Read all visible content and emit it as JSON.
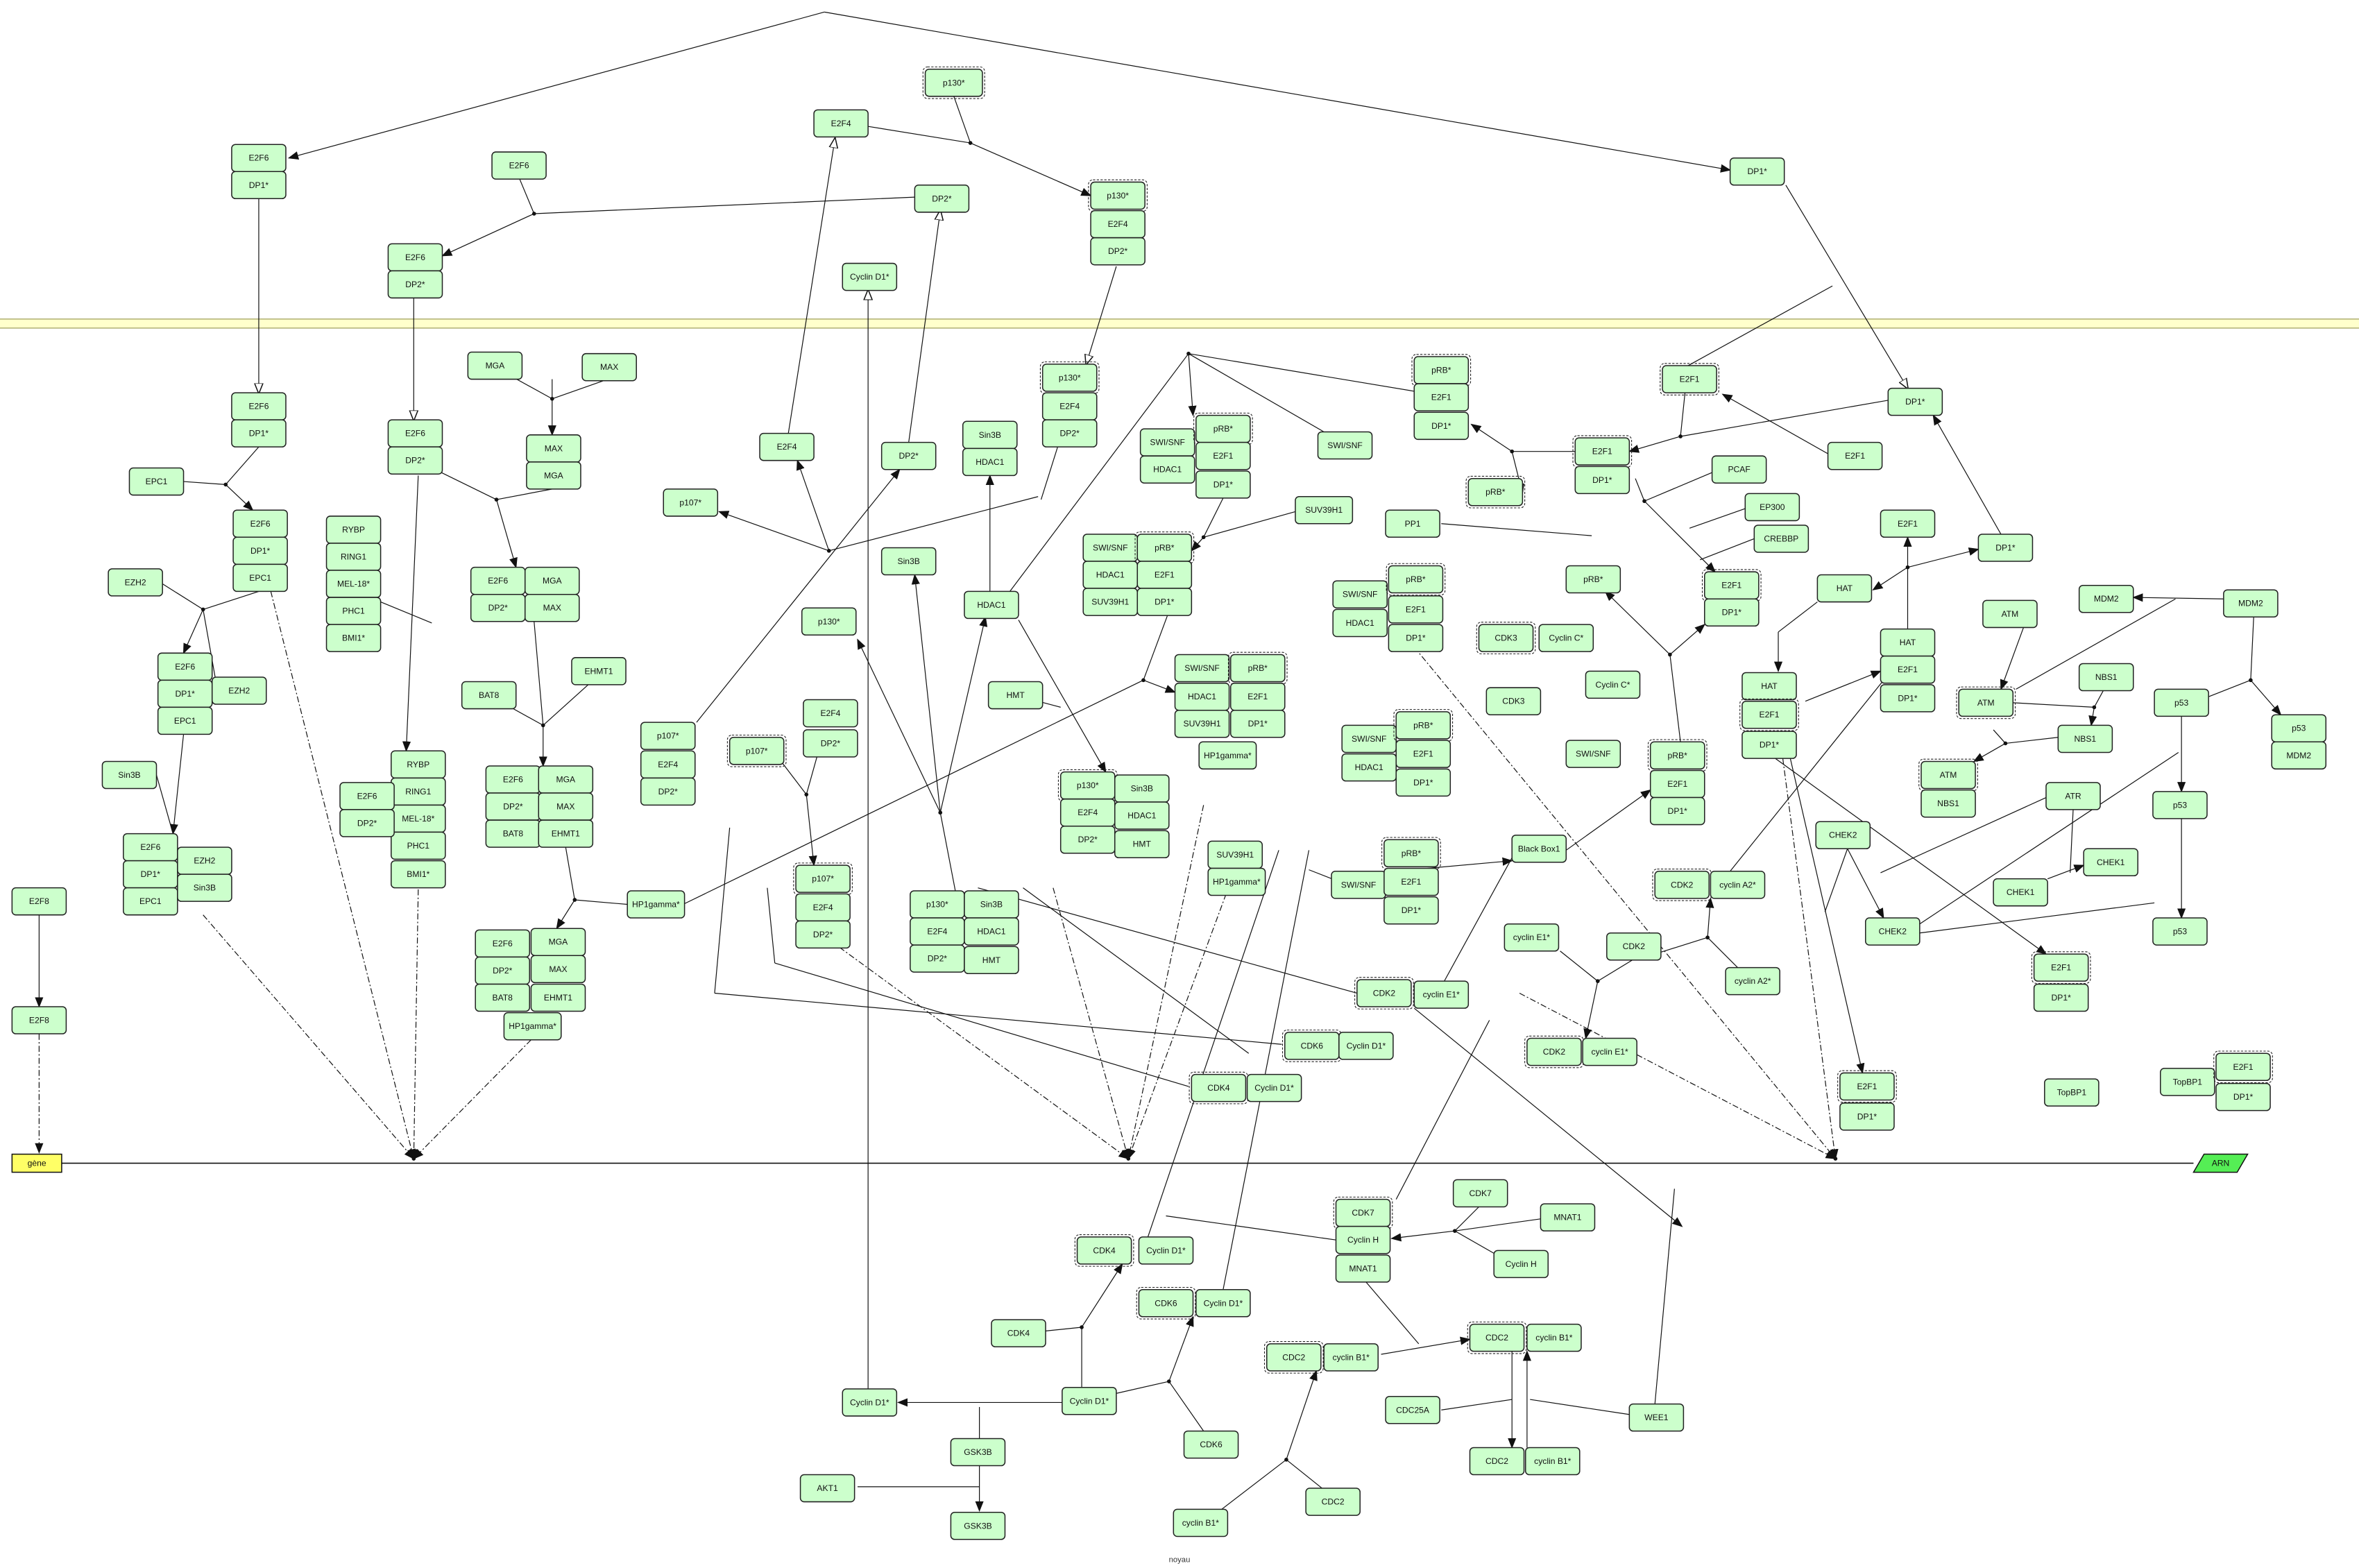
{
  "colors": {
    "species_fill": "#ccffcc",
    "gene_fill": "#ffff66",
    "rna_fill": "#55ee55",
    "membrane_fill": "#ffffcc"
  },
  "gene": "gène",
  "rna": "ARN",
  "compartment_label": "noyau",
  "nodes": [
    "E2F6",
    "DP1*",
    "E2F6",
    "E2F6",
    "DP2*",
    "E2F4",
    "p130*",
    "DP2*",
    "p130*",
    "E2F4",
    "DP2*",
    "Cyclin D1*",
    "DP1*",
    "E2F6",
    "DP1*",
    "EPC1",
    "E2F6",
    "DP1*",
    "EPC1",
    "EZH2",
    "E2F6",
    "DP1*",
    "EPC1",
    "EZH2",
    "Sin3B",
    "E2F6",
    "DP1*",
    "EPC1",
    "EZH2",
    "Sin3B",
    "E2F8",
    "E2F8",
    "E2F6",
    "DP2*",
    "RYBP",
    "RING1",
    "MEL-18*",
    "PHC1",
    "BMI1*",
    "MGA",
    "MAX",
    "MAX",
    "MGA",
    "E2F6",
    "DP2*",
    "MGA",
    "MAX",
    "EHMT1",
    "BAT8",
    "E2F6",
    "DP2*",
    "BAT8",
    "MGA",
    "MAX",
    "EHMT1",
    "RYBP",
    "RING1",
    "MEL-18*",
    "PHC1",
    "BMI1*",
    "E2F6",
    "DP2*",
    "E2F6",
    "DP2*",
    "BAT8",
    "MGA",
    "MAX",
    "EHMT1",
    "HP1gamma*",
    "HP1gamma*",
    "E2F4",
    "DP2*",
    "p107*",
    "Sin3B",
    "HDAC1",
    "Sin3B",
    "HDAC1",
    "p130*",
    "p107*",
    "E2F4",
    "DP2*",
    "p107*",
    "E2F4",
    "DP2*",
    "p107*",
    "E2F4",
    "DP2*",
    "HMT",
    "p130*",
    "E2F4",
    "DP2*",
    "Sin3B",
    "HDAC1",
    "HMT",
    "p130*",
    "E2F4",
    "DP2*",
    "Sin3B",
    "HDAC1",
    "HMT",
    "p130*",
    "E2F4",
    "DP2*",
    "SWI/SNF",
    "HDAC1",
    "pRB*",
    "E2F1",
    "DP1*",
    "SWI/SNF",
    "SUV39H1",
    "SWI/SNF",
    "HDAC1",
    "SUV39H1",
    "pRB*",
    "E2F1",
    "DP1*",
    "SWI/SNF",
    "HDAC1",
    "SUV39H1",
    "pRB*",
    "E2F1",
    "DP1*",
    "HP1gamma*",
    "pRB*",
    "E2F1",
    "DP1*",
    "pRB*",
    "PP1",
    "pRB*",
    "SWI/SNF",
    "HDAC1",
    "pRB*",
    "E2F1",
    "DP1*",
    "CDK3",
    "Cyclin C*",
    "CDK3",
    "Cyclin C*",
    "SWI/SNF",
    "HDAC1",
    "pRB*",
    "E2F1",
    "DP1*",
    "SWI/SNF",
    "SUV39H1",
    "HP1gamma*",
    "SWI/SNF",
    "pRB*",
    "E2F1",
    "DP1*",
    "Black Box1",
    "pRB*",
    "E2F1",
    "DP1*",
    "E2F1",
    "E2F1",
    "DP1*",
    "DP1*",
    "E2F1",
    "PCAF",
    "EP300",
    "CREBBP",
    "E2F1",
    "DP1*",
    "E2F1",
    "DP1*",
    "HAT",
    "HAT",
    "E2F1",
    "DP1*",
    "HAT",
    "E2F1",
    "DP1*",
    "ATM",
    "ATM",
    "MDM2",
    "MDM2",
    "NBS1",
    "NBS1",
    "p53",
    "p53",
    "MDM2",
    "ATM",
    "NBS1",
    "ATR",
    "p53",
    "CHEK2",
    "CHEK1",
    "CHEK1",
    "CHEK2",
    "p53",
    "CDK2",
    "cyclin A2*",
    "cyclin A2*",
    "cyclin E1*",
    "CDK2",
    "E2F1",
    "DP1*",
    "CDK2",
    "cyclin E1*",
    "CDK2",
    "cyclin E1*",
    "CDK6",
    "Cyclin D1*",
    "CDK4",
    "Cyclin D1*",
    "E2F1",
    "DP1*",
    "TopBP1",
    "TopBP1",
    "E2F1",
    "DP1*",
    "CDK7",
    "CDK7",
    "Cyclin H",
    "MNAT1",
    "MNAT1",
    "Cyclin H",
    "CDK4",
    "Cyclin D1*",
    "CDK6",
    "Cyclin D1*",
    "CDK4",
    "CDC2",
    "cyclin B1*",
    "CDC2",
    "cyclin B1*",
    "CDC25A",
    "WEE1",
    "Cyclin D1*",
    "Cyclin D1*",
    "CDK6",
    "CDC2",
    "cyclin B1*",
    "GSK3B",
    "AKT1",
    "GSK3B",
    "cyclin B1*",
    "CDC2"
  ]
}
